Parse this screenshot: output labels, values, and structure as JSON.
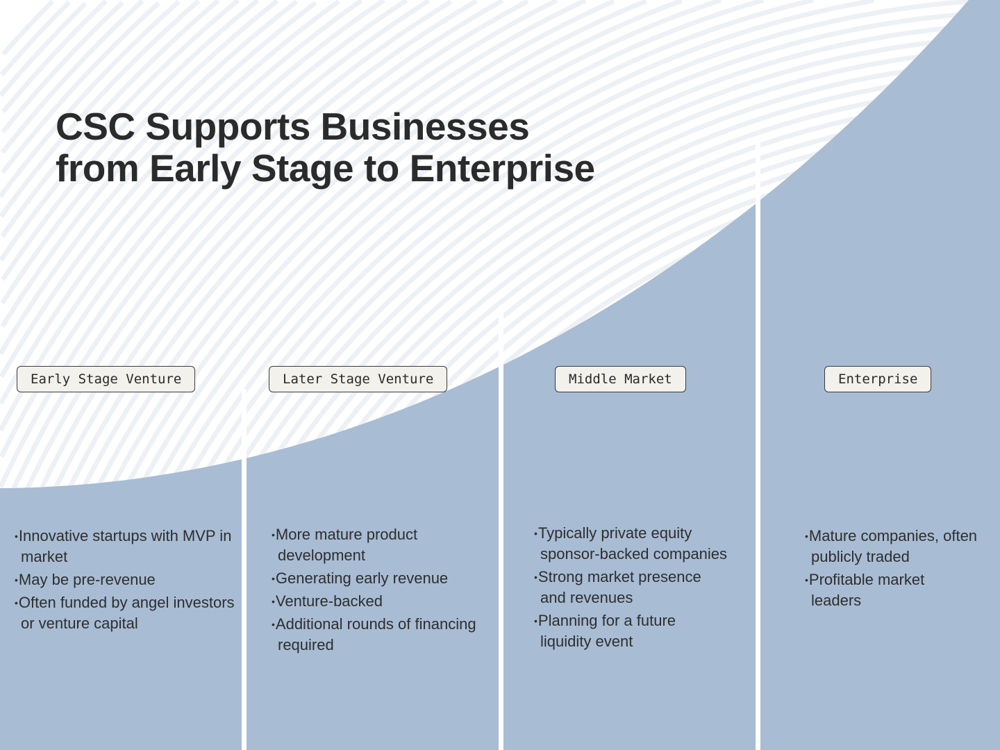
{
  "title": {
    "line1": "CSC Supports Businesses",
    "line2": "from Early Stage to Enterprise"
  },
  "colors": {
    "fill": "#a8bcd4",
    "background": "#ffffff",
    "text": "#2b2b2b",
    "tag_bg": "#f3f1ec"
  },
  "stages": [
    {
      "label": "Early Stage Venture",
      "bullets": [
        "Innovative startups with MVP in market",
        "May be pre-revenue",
        "Often funded by angel investors or venture capital"
      ]
    },
    {
      "label": "Later Stage Venture",
      "bullets": [
        "More mature product development",
        "Generating early revenue",
        "Venture-backed",
        "Additional rounds of financing required"
      ]
    },
    {
      "label": "Middle Market",
      "bullets": [
        "Typically private equity sponsor-backed companies",
        "Strong market presence and revenues",
        "Planning for a future liquidity event"
      ]
    },
    {
      "label": "Enterprise",
      "bullets": [
        "Mature companies, often publicly traded",
        "Profitable market leaders"
      ]
    }
  ]
}
